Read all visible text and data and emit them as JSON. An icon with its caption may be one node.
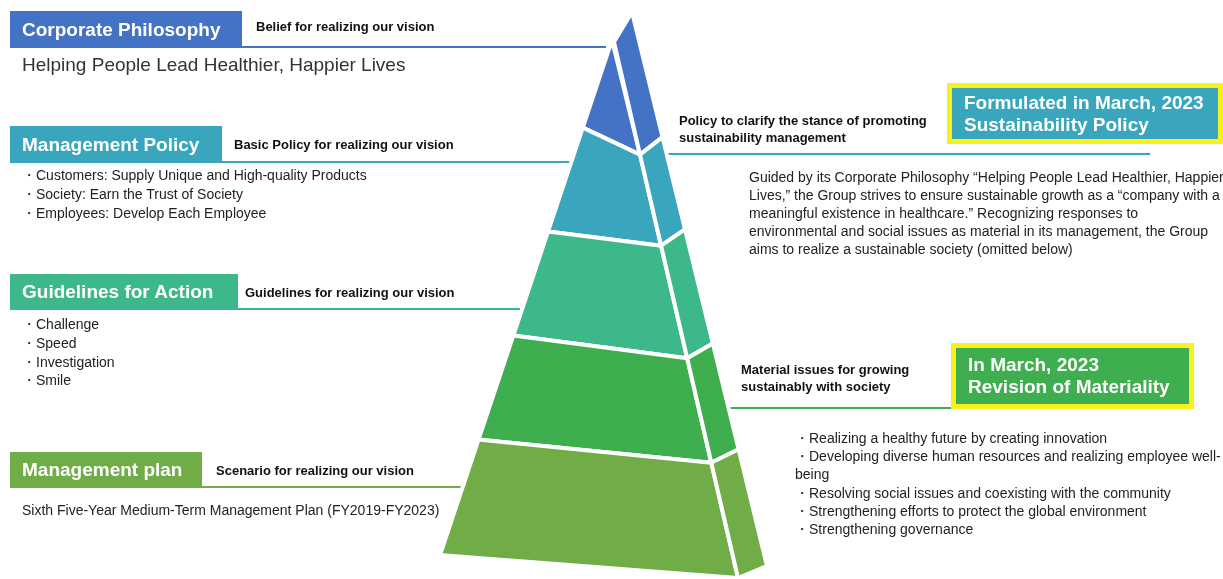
{
  "diagram": {
    "nodes": [
      {
        "text": [
          "Corporate Philosophy"
        ],
        "beside": [
          "Belief for realizing our vision",
          "Helping People Lead Healthier, Happier Lives"
        ]
      },
      {
        "text": [
          "Management Policy"
        ],
        "beside": [
          "Basic Policy for realizing our vision",
          "・Customers: Supply Unique and High-quality Products",
          "・Society: Earn the Trust of Society",
          "・Employees: Develop Each Employee"
        ]
      },
      {
        "text": [
          "Guidelines for Action"
        ],
        "beside": [
          "Guidelines for realizing our vision",
          "・Challenge",
          "・Speed",
          "・Investigation",
          "・Smile"
        ]
      },
      {
        "text": [
          "Management plan"
        ],
        "beside": [
          "Scenario for realizing our vision",
          "Sixth Five-Year Medium-Term Management Plan (FY2019-FY2023)"
        ]
      },
      {
        "text": [
          "Formulated in March, 2023",
          "Sustainability Policy"
        ],
        "beside": [
          "Policy to clarify the stance of promoting sustainability management",
          "Guided by its Corporate Philosophy “Helping People Lead Healthier, Happier Lives,” the Group strives to ensure sustainable growth as a “company with a meaningful existence in healthcare.” Recognizing responses to environmental and social issues as material in its management, the Group aims to realize a sustainable society (omitted below)"
        ]
      },
      {
        "text": [
          "In March, 2023",
          "Revision of Materiality"
        ],
        "beside": [
          "Material issues for growing sustainably with society",
          "・Realizing a healthy future by creating innovation",
          "・Developing diverse human resources and realizing employee well-being",
          "・Resolving social issues and coexisting with the community",
          "・Strengthening efforts to protect the global environment",
          "・Strengthening governance"
        ]
      }
    ]
  }
}
